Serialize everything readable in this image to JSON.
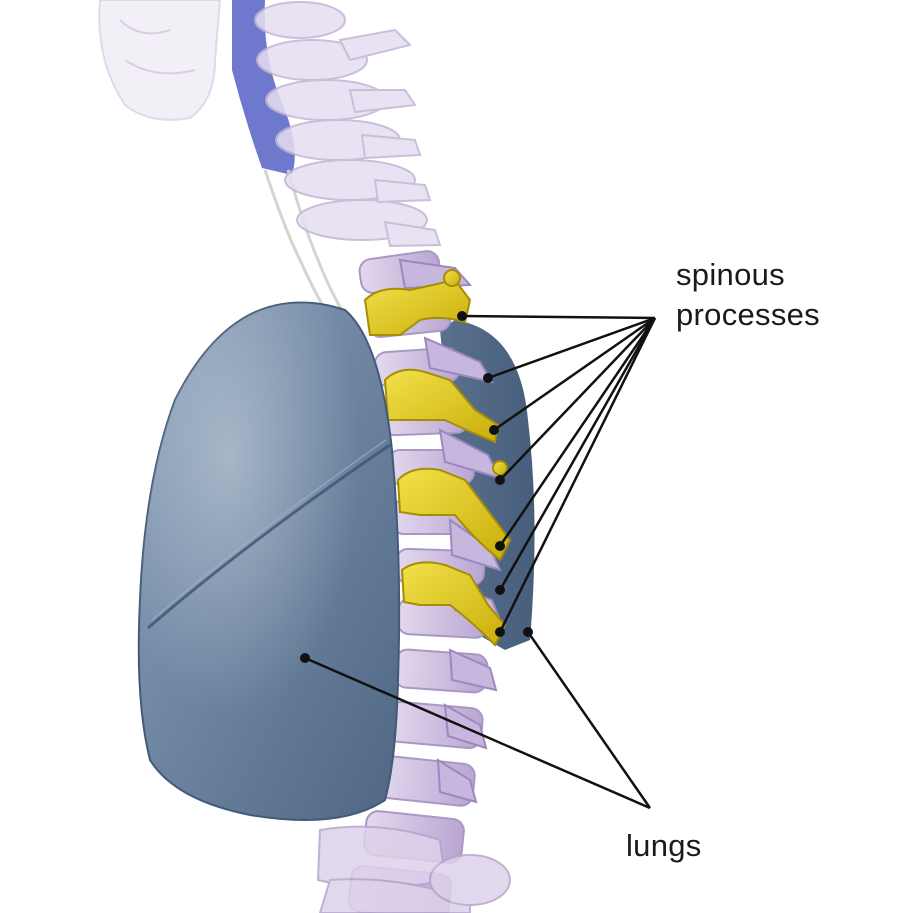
{
  "labels": {
    "spinous_line1": "spinous",
    "spinous_line2": "processes",
    "lungs": "lungs"
  },
  "colors": {
    "background": "#ffffff",
    "lung": "#6d85a2",
    "vertebra": "#c9b8dd",
    "highlight_vertebra": "#e3cc1e",
    "vessel": "#5562c4",
    "leader_line": "#111111"
  }
}
